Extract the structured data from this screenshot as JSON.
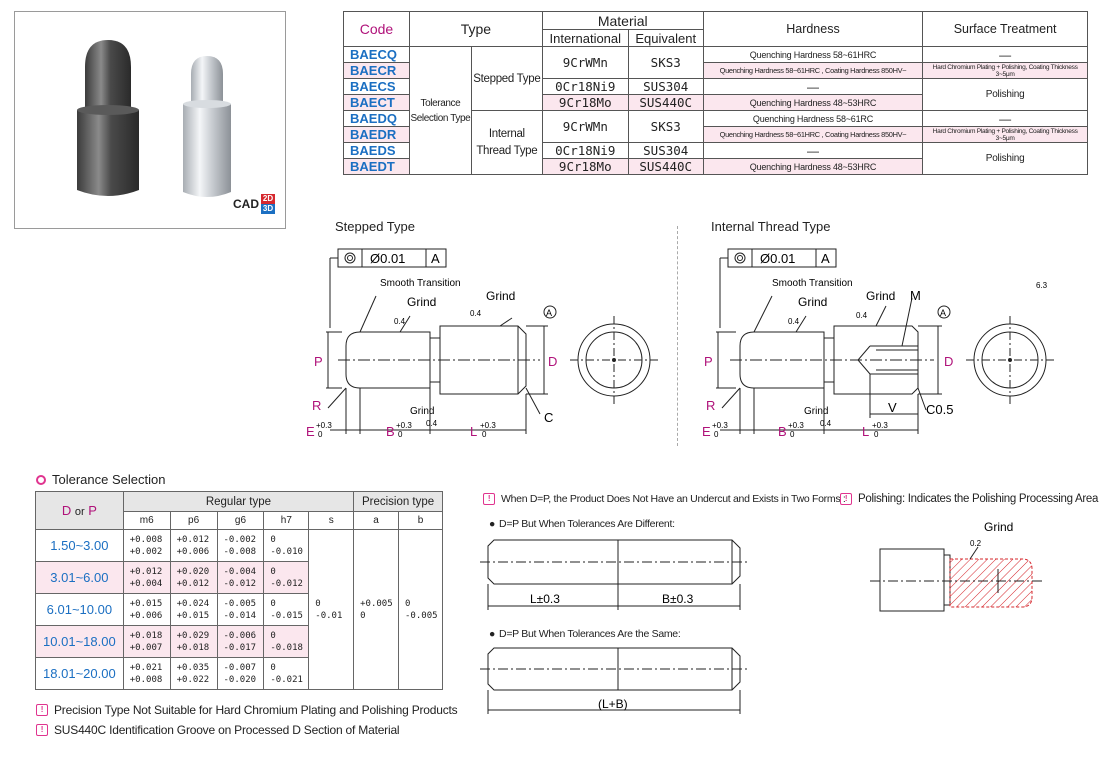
{
  "photo": {
    "cad_label": "CAD",
    "cad_2d": "2D",
    "cad_3d": "3D"
  },
  "spec": {
    "headers": {
      "code": "Code",
      "type": "Type",
      "material": "Material",
      "international": "International",
      "equivalent": "Equivalent",
      "hardness": "Hardness",
      "surface": "Surface Treatment"
    },
    "tolerance_selection_type": "Tolerance Selection Type",
    "stepped_type": "Stepped Type",
    "internal_thread_type": "Internal Thread Type",
    "rows": [
      {
        "code": "BAECQ",
        "intl": "9CrWMn",
        "equiv": "SKS3",
        "hardness": "Quenching Hardness 58~61HRC",
        "surface": "—"
      },
      {
        "code": "BAECR",
        "intl": "",
        "equiv": "",
        "hardness": "Quenching Hardness 58~61HRC , Coating Hardness 850HV~",
        "surface": "Hard Chromium Plating + Polishing, Coating Thickness 3~5μm"
      },
      {
        "code": "BAECS",
        "intl": "0Cr18Ni9",
        "equiv": "SUS304",
        "hardness": "—",
        "surface": "Polishing"
      },
      {
        "code": "BAECT",
        "intl": "9Cr18Mo",
        "equiv": "SUS440C",
        "hardness": "Quenching Hardness 48~53HRC",
        "surface": ""
      },
      {
        "code": "BAEDQ",
        "intl": "9CrWMn",
        "equiv": "SKS3",
        "hardness": "Quenching Hardness 58~61RC",
        "surface": "—"
      },
      {
        "code": "BAEDR",
        "intl": "",
        "equiv": "",
        "hardness": "Quenching Hardness 58~61HRC , Coating Hardness 850HV~",
        "surface": "Hard Chromium Plating + Polishing, Coating Thickness 3~5μm"
      },
      {
        "code": "BAEDS",
        "intl": "0Cr18Ni9",
        "equiv": "SUS304",
        "hardness": "—",
        "surface": "Polishing"
      },
      {
        "code": "BAEDT",
        "intl": "9Cr18Mo",
        "equiv": "SUS440C",
        "hardness": "Quenching Hardness 48~53HRC",
        "surface": ""
      }
    ]
  },
  "drawings": {
    "stepped_title": "Stepped Type",
    "internal_title": "Internal Thread Type",
    "concentricity": "Ø0.01",
    "datum": "A",
    "smooth_transition": "Smooth Transition",
    "grind": "Grind",
    "roughness_04": "0.4",
    "roughness_63": "6.3",
    "roughness_02": "0.2",
    "p": "P",
    "d": "D",
    "r": "R",
    "c": "C",
    "m": "M",
    "v": "V",
    "c05": "C0.5",
    "e": "E",
    "b": "B",
    "l": "L",
    "tol_plus": "+0.3",
    "tol_zero": "0"
  },
  "tolerance": {
    "title": "Tolerance Selection",
    "d_or_p": {
      "d": "D",
      "or": "or",
      "p": "P"
    },
    "regular": "Regular type",
    "precision": "Precision type",
    "cols": [
      "m6",
      "p6",
      "g6",
      "h7",
      "s",
      "a",
      "b"
    ],
    "rows": [
      {
        "range": "1.50~3.00",
        "m6": [
          "+0.008",
          "+0.002"
        ],
        "p6": [
          "+0.012",
          "+0.006"
        ],
        "g6": [
          "-0.002",
          "-0.008"
        ],
        "h7": [
          "0",
          "-0.010"
        ]
      },
      {
        "range": "3.01~6.00",
        "m6": [
          "+0.012",
          "+0.004"
        ],
        "p6": [
          "+0.020",
          "+0.012"
        ],
        "g6": [
          "-0.004",
          "-0.012"
        ],
        "h7": [
          "0",
          "-0.012"
        ]
      },
      {
        "range": "6.01~10.00",
        "m6": [
          "+0.015",
          "+0.006"
        ],
        "p6": [
          "+0.024",
          "+0.015"
        ],
        "g6": [
          "-0.005",
          "-0.014"
        ],
        "h7": [
          "0",
          "-0.015"
        ]
      },
      {
        "range": "10.01~18.00",
        "m6": [
          "+0.018",
          "+0.007"
        ],
        "p6": [
          "+0.029",
          "+0.018"
        ],
        "g6": [
          "-0.006",
          "-0.017"
        ],
        "h7": [
          "0",
          "-0.018"
        ]
      },
      {
        "range": "18.01~20.00",
        "m6": [
          "+0.021",
          "+0.008"
        ],
        "p6": [
          "+0.035",
          "+0.022"
        ],
        "g6": [
          "-0.007",
          "-0.020"
        ],
        "h7": [
          "0",
          "-0.021"
        ]
      }
    ],
    "s_val": [
      "0",
      "-0.01"
    ],
    "a_val": [
      "+0.005",
      "0"
    ],
    "b_val": [
      "0",
      "-0.005"
    ]
  },
  "notes": {
    "precision_note": "Precision Type Not Suitable for Hard Chromium Plating and Polishing Products",
    "sus_note": "SUS440C Identification Groove on Processed D Section of Material",
    "dp_note": "When D=P, the Product Does Not Have an Undercut and Exists in Two Forms :",
    "diff_note": "D=P But When Tolerances Are Different:",
    "same_note": "D=P But When Tolerances Are the Same:",
    "l_dim": "L±0.3",
    "b_dim": "B±0.3",
    "lb_dim": "(L+B)",
    "polish_note": "Polishing: Indicates the Polishing Processing Area",
    "polish_grind": "Grind"
  },
  "colors": {
    "code_blue": "#1b6fc2",
    "pink_row": "#fbe7ee",
    "magenta": "#b0127a",
    "alert": "#e0348f"
  }
}
